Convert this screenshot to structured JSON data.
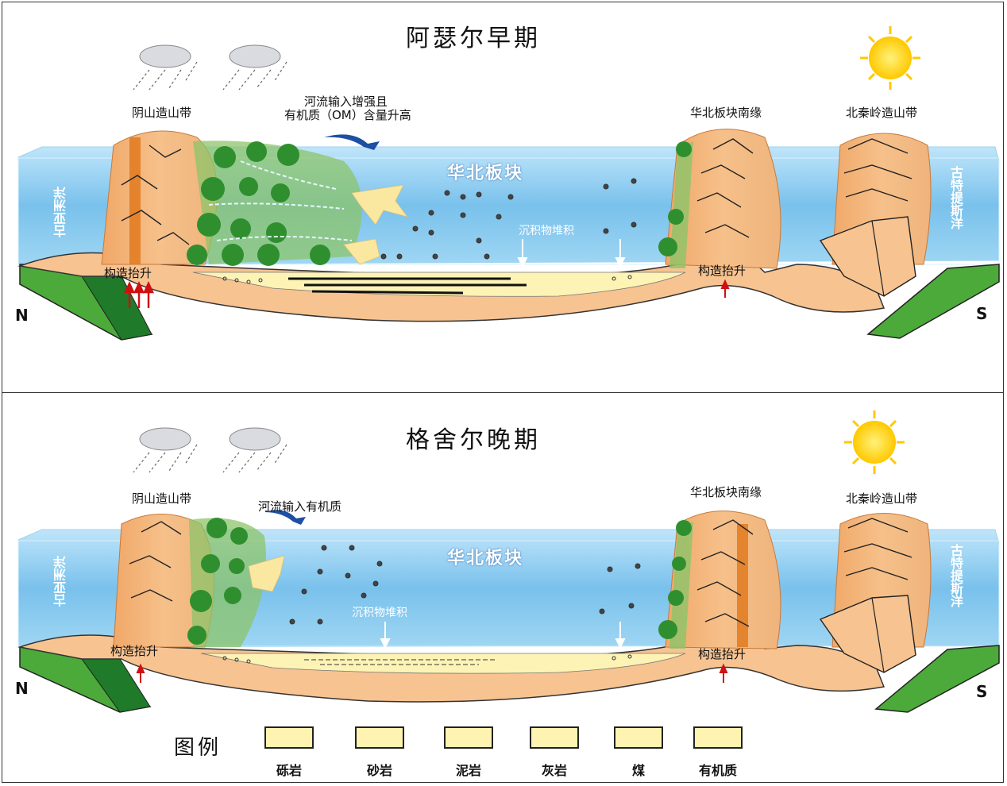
{
  "top": {
    "title": "阿瑟尔早期",
    "labels": {
      "yinshan": "阴山造山带",
      "river_line1": "河流输入增强且",
      "river_line2": "有机质（OM）含量升高",
      "north_margin": "华北板块南缘",
      "qinling": "北秦岭造山带",
      "plate": "华北板块",
      "paleo_asian": "古亚洲洋",
      "paleo_tethys": "古特提斯洋",
      "uplift_left": "构造抬升",
      "uplift_right": "构造抬升",
      "sedimentation": "沉积物堆积",
      "north": "N",
      "south": "S"
    }
  },
  "bottom": {
    "title": "格舍尔晚期",
    "labels": {
      "yinshan": "阴山造山带",
      "river": "河流输入有机质",
      "north_margin": "华北板块南缘",
      "qinling": "北秦岭造山带",
      "plate": "华北板块",
      "paleo_asian": "古亚洲洋",
      "paleo_tethys": "古特提斯洋",
      "uplift_left": "构造抬升",
      "uplift_right": "构造抬升",
      "sedimentation": "沉积物堆积",
      "north": "N",
      "south": "S"
    }
  },
  "legend": {
    "title": "图例",
    "items": [
      {
        "label": "砾岩",
        "pattern": "gravel"
      },
      {
        "label": "砂岩",
        "pattern": "sandstone"
      },
      {
        "label": "泥岩",
        "pattern": "mudstone"
      },
      {
        "label": "灰岩",
        "pattern": "limestone"
      },
      {
        "label": "煤",
        "pattern": "coal"
      },
      {
        "label": "有机质",
        "pattern": "organic"
      }
    ]
  },
  "colors": {
    "water": "#7fc6ee",
    "water_light": "#cdeafa",
    "mountain": "#f3b57e",
    "mountain_dark": "#e07a1e",
    "crust": "#f6c391",
    "sediment": "#fdf3b5",
    "mantle_green": "#4caa3a",
    "uplift_arrow": "#d01010",
    "sun": "#ffd400",
    "river_arrow": "#1d4fa3"
  }
}
